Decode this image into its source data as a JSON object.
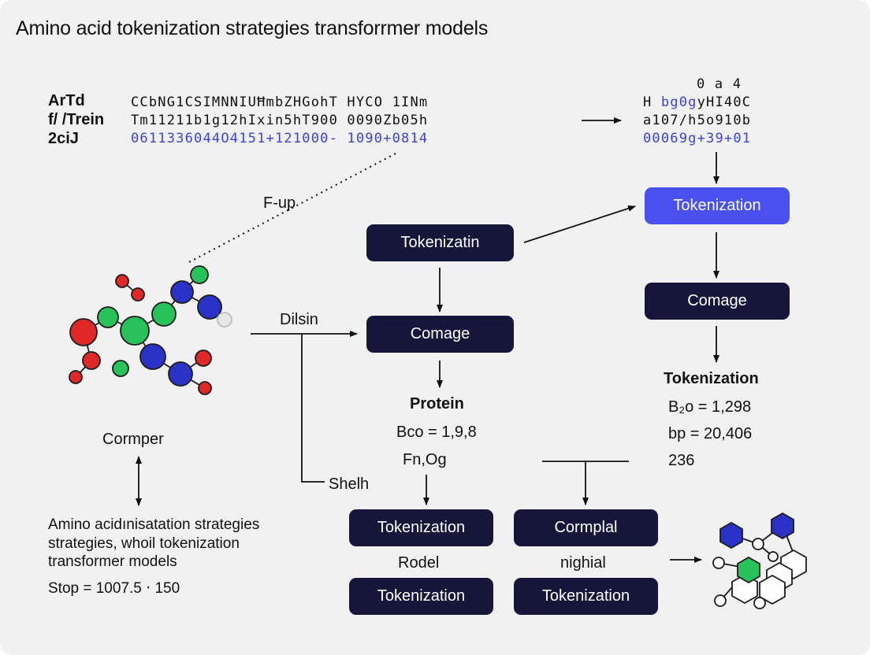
{
  "title": "Amino acid tokenization strategies transforrmer models",
  "seq_labels": [
    "ArTd",
    "f/ /Trein",
    "2ciJ"
  ],
  "seq_rows": [
    "CCbNG1CSIMNNIUĦmbZHGohT HYCO  1INm",
    "Tm11211b1g12hIxin5hT900 0090Zb05h",
    "0611336044O4151+121000- 1090+0814"
  ],
  "right_seq": {
    "top": "0    a 4",
    "row1_a": "H ",
    "row1_b": "bg0g",
    "row1_c": "yHI40C",
    "row2": "a107/h5o910b",
    "row3": "00069g+39+01"
  },
  "labels": {
    "fup": "F-up",
    "dilsin": "Dilsin",
    "shelh": "Shelh",
    "cormper": "Cormper",
    "protein": "Protein",
    "protein_l1": "Bco = 1,9,8",
    "protein_l2": "Fn,Og",
    "right_head": "Tokenization",
    "right_l1": "B₂o = 1,298",
    "right_l2": "bp = 20,406",
    "right_l3": "236",
    "rodel": "Rodel",
    "nighial": "nighial"
  },
  "boxes": {
    "tokenizatin": "Tokenizatin",
    "comage_mid": "Comage",
    "tokenization_accent": "Tokenization",
    "comage_right": "Comage",
    "tok_bl1": "Tokenization",
    "tok_bl2": "Tokenization",
    "cormplal": "Cormplal",
    "tok_br2": "Tokenization"
  },
  "description": {
    "line1": "Amino acidınisatation strategies",
    "line2": "strategies, whoil tokenization",
    "line3": "transformer models",
    "stop": "Stop = 1007.5 ‧ 150"
  },
  "colors": {
    "dark_box": "#16163a",
    "accent_box": "#4a4ff0",
    "seq_blue": "#3b43d8",
    "atom_red": "#e02828",
    "atom_green": "#27c25a",
    "atom_blue": "#2a32c8",
    "atom_grey": "#e6e6e6"
  }
}
